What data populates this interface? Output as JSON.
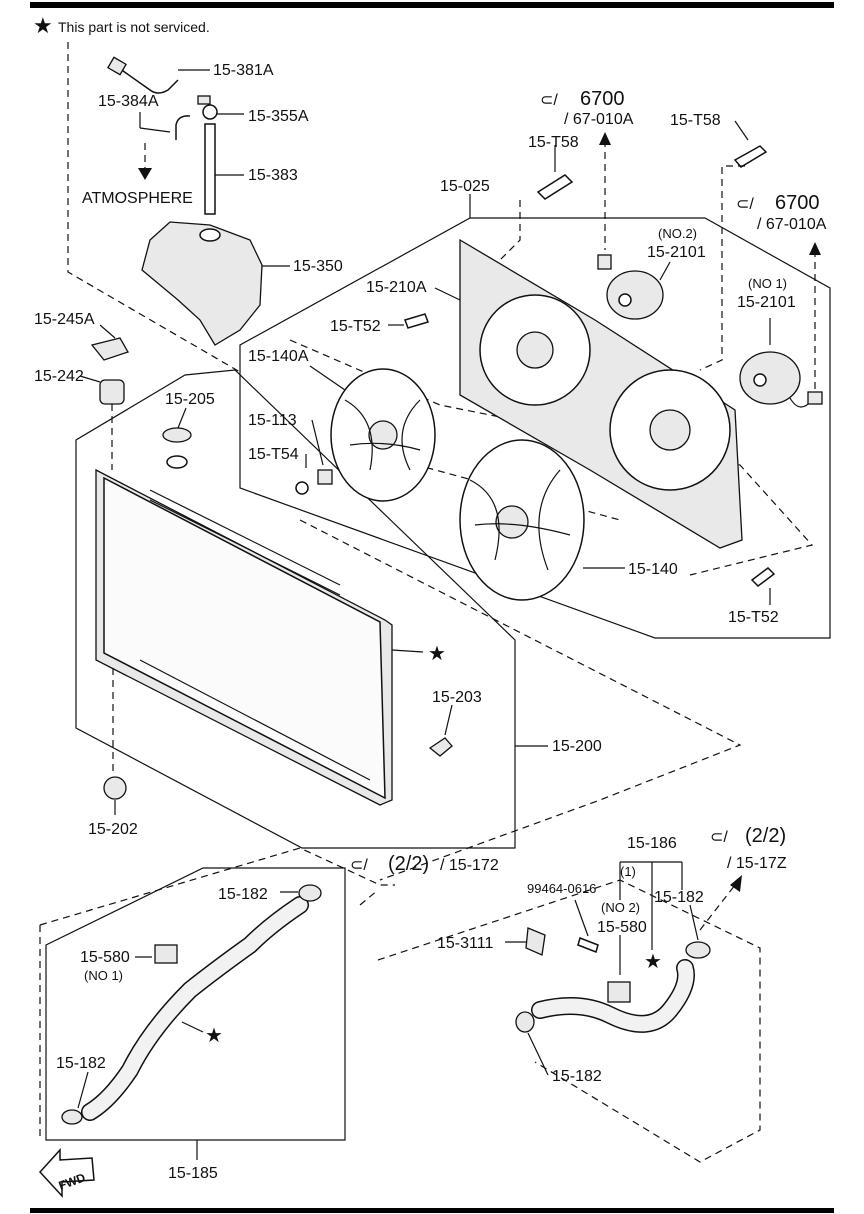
{
  "note": "This part is not serviced.",
  "labels": {
    "p15_381A": "15-381A",
    "p15_384A": "15-384A",
    "p15_355A": "15-355A",
    "p15_383": "15-383",
    "atmosphere": "ATMOSPHERE",
    "p15_350": "15-350",
    "p15_245A": "15-245A",
    "p15_242": "15-242",
    "p15_205": "15-205",
    "p15_025": "15-025",
    "p15_T58_a": "15-T58",
    "p15_T58_b": "15-T58",
    "ref6700_a": "6700",
    "ref67010A_a": "/ 67-010A",
    "ref6700_b": "6700",
    "ref67010A_b": "/ 67-010A",
    "no2_top": "(NO.2)",
    "p15_2101_a": "15-2101",
    "no1_top": "(NO 1)",
    "p15_2101_b": "15-2101",
    "p15_210A": "15-210A",
    "p15_T52_a": "15-T52",
    "p15_140A": "15-140A",
    "p15_113": "15-113",
    "p15_T54": "15-T54",
    "p15_140": "15-140",
    "p15_T52_b": "15-T52",
    "p15_203": "15-203",
    "p15_200": "15-200",
    "p15_202": "15-202",
    "ref22_a": "(2/2)",
    "ref15172": "/ 15-172",
    "p15_182_a": "15-182",
    "p15_580_a": "15-580",
    "no1_a": "(NO 1)",
    "p15_182_b": "15-182",
    "p15_185": "15-185",
    "fwd": "FWD",
    "p15_186": "15-186",
    "ref22_b": "(2/2)",
    "ref1517Z": "/ 15-17Z",
    "bolt_99464": "99464-0616",
    "paren1": "(1)",
    "no2_b": "(NO 2)",
    "p15_580_b": "15-580",
    "p15_182_c": "15-182",
    "p15_3111": "15-3111",
    "p15_182_d": "15-182"
  }
}
